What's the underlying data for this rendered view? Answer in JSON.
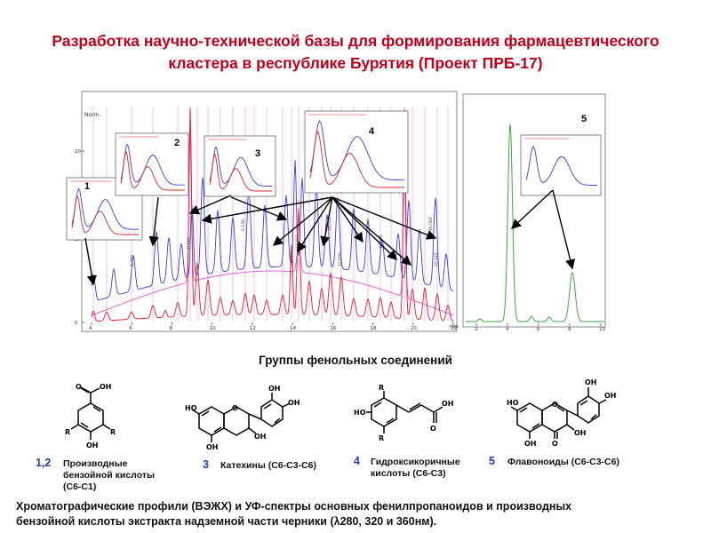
{
  "title": {
    "line1": "Разработка научно-технической базы для формирования фармацевтического",
    "line2": "кластера в республике Бурятия (Проект ПРБ-17)"
  },
  "figure": {
    "y_axis_label": "Norm.",
    "y_ticks": [
      "20",
      "10",
      "0"
    ],
    "x_ticks": [
      "4",
      "6",
      "8",
      "10",
      "12",
      "14",
      "16",
      "18",
      "20",
      "22"
    ],
    "x_unit": "min",
    "second_x_ticks": [
      "2",
      "4",
      "6",
      "8",
      "10"
    ],
    "inset_numbers": [
      "1",
      "2",
      "3",
      "4",
      "5"
    ],
    "peak_labels": [
      "1.750",
      "6.180",
      "9.136",
      "11.797",
      "13.421",
      "14.002",
      "15.690",
      "16.906",
      "19.082",
      "20.145"
    ],
    "colors": {
      "trace_red": "#e0202a",
      "trace_blue": "#3a3ae0",
      "trace_green": "#3aaa3a",
      "peak_marks": "#e040d0"
    }
  },
  "groups_title": "Группы фенольных соединений",
  "groups": [
    {
      "num": "1,2",
      "name_lines": [
        "Производные",
        "бензойной кислоты",
        "(С6-С1)"
      ]
    },
    {
      "num": "3",
      "name_lines": [
        "Катехины (С6-С3-С6)"
      ]
    },
    {
      "num": "4",
      "name_lines": [
        "Гидроксикоричные",
        "кислоты (С6-С3)"
      ]
    },
    {
      "num": "5",
      "name_lines": [
        "Флавоноиды (С6-С3-С6)"
      ]
    }
  ],
  "caption": {
    "line1": "Хроматографические профили (ВЭЖХ) и УФ-спектры основных фенилпропаноидов и производных",
    "line2": "бензойной кислоты экстракта надземной части черники (λ280, 320 и 360нм)."
  }
}
